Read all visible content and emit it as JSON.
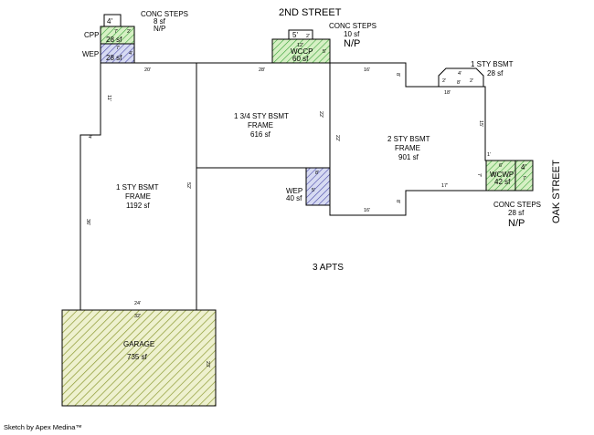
{
  "streets": {
    "top": "2ND STREET",
    "right": "OAK STREET"
  },
  "note": "3 APTS",
  "credit": "Sketch by Apex Medina™",
  "colors": {
    "green_fill": "#d6f0c4",
    "green_hatch": "#3aa33a",
    "blue_fill": "#d6daf2",
    "blue_hatch": "#4a4aa8",
    "garage_fill": "#eef1cf",
    "garage_hatch": "#8d9a33"
  },
  "areas": {
    "one_sty_bsmt_frame": {
      "line1": "1 STY BSMT",
      "line2": "FRAME",
      "sqft": "1192 sf"
    },
    "three_quarter_sty": {
      "line1": "1 3/4 STY BSMT",
      "line2": "FRAME",
      "sqft": "616 sf"
    },
    "two_sty": {
      "line1": "2 STY BSMT",
      "line2": "FRAME",
      "sqft": "901 sf"
    },
    "one_sty_bay": {
      "line1": "1 STY BSMT",
      "sqft": "28 sf"
    },
    "garage": {
      "label": "GARAGE",
      "sqft": "735 sf"
    },
    "cpp": {
      "label": "CPP",
      "sqft": "28 sf"
    },
    "wep_top": {
      "label": "WEP",
      "sqft": "28 sf"
    },
    "wccp": {
      "label": "WCCP",
      "sqft": "60 sf"
    },
    "wep_mid": {
      "label": "WEP",
      "sqft": "40 sf"
    },
    "wcwp": {
      "label": "WCWP",
      "sqft": "42 sf"
    },
    "steps_left": {
      "label": "CONC STEPS",
      "sqft": "8 sf",
      "note": "N/P"
    },
    "steps_mid": {
      "label": "CONC STEPS",
      "sqft": "10 sf",
      "note": "N/P"
    },
    "steps_right": {
      "label": "CONC STEPS",
      "sqft": "28 sf",
      "note": "N/P"
    }
  },
  "dimensions": {
    "main_top": "20'",
    "main_left_upper": "11'",
    "main_left_step": "4'",
    "main_left_long": "36'",
    "main_right": "52'",
    "main_bottom": "24'",
    "mid_top": "28'",
    "mid_right": "22'",
    "mid_right_lower": "22'",
    "two_top": "16'",
    "two_side_top": "8'",
    "two_bay_side": "18'",
    "two_right_upper": "15'",
    "two_right_step": "1'",
    "two_right_lower": "7'",
    "two_bottom_step": "17'",
    "two_bottom": "16'",
    "two_side_bottom": "8'",
    "garage_top": "32'",
    "garage_right": "23'",
    "cpp_top": "4'",
    "cpp_inner_a": "7'",
    "cpp_inner_b": "2'",
    "wep_top_dim": "7'",
    "wep_top_side": "4'",
    "wccp_top": "5'",
    "wccp_inner": "2'",
    "wccp_side": "12'",
    "wccp_right": "5'",
    "wep_mid_top": "8'",
    "wep_mid_side": "5'",
    "wcwp_top": "6'",
    "wcwp_side": "7'",
    "steps_right_w": "4'",
    "steps_right_h": "7'",
    "bay_a": "4'",
    "bay_b": "8'",
    "bay_c": "2'",
    "bay_d": "2'"
  }
}
